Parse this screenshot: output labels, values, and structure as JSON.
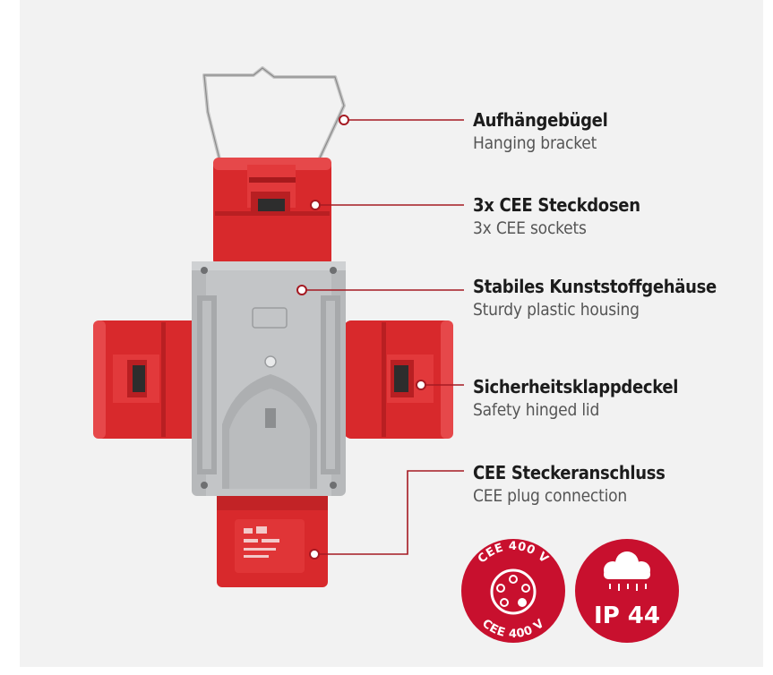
{
  "colors": {
    "background": "#f2f2f2",
    "accent_red": "#c8102e",
    "housing_grey": "#b9bbbd",
    "socket_red": "#d92d2e",
    "leader_line": "#a51a22"
  },
  "callouts": [
    {
      "title": "Aufhängebügel",
      "subtitle": "Hanging bracket"
    },
    {
      "title": "3x CEE Steckdosen",
      "subtitle": "3x CEE sockets"
    },
    {
      "title": "Stabiles Kunststoffgehäuse",
      "subtitle": "Sturdy plastic housing"
    },
    {
      "title": "Sicherheitsklappdeckel",
      "subtitle": "Safety hinged lid"
    },
    {
      "title": "CEE Steckeranschluss",
      "subtitle": "CEE plug connection"
    }
  ],
  "badges": {
    "cee": {
      "top_text": "CEE 400 V",
      "bottom_text": "CEE 400 V",
      "icon": "five-pin-socket-icon"
    },
    "ip": {
      "text": "IP 44",
      "icon": "rain-cloud-icon"
    }
  }
}
